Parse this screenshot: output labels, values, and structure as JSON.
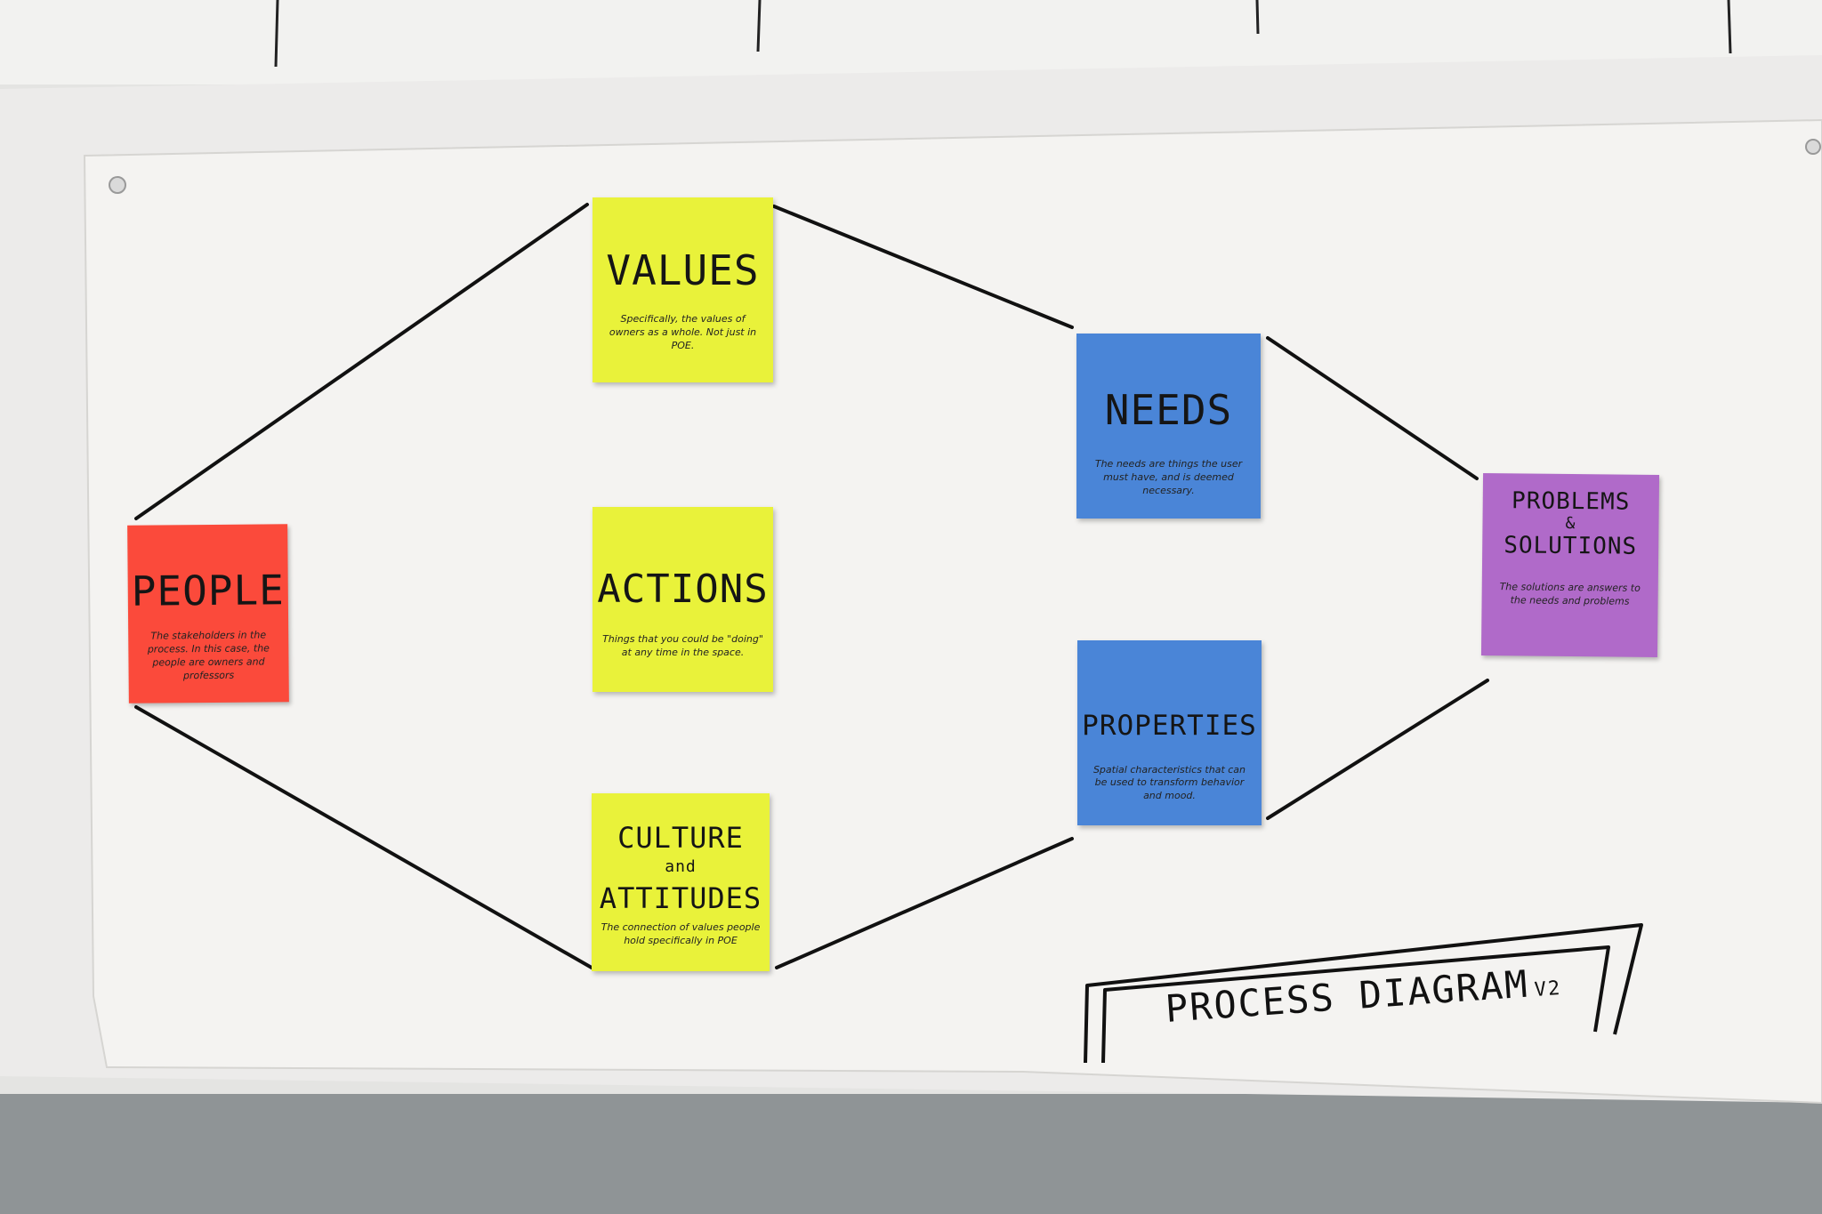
{
  "notes": {
    "people": {
      "title": "PEOPLE",
      "description": "The stakeholders in the process. In this case, the people are owners and professors"
    },
    "values": {
      "title": "VALUES",
      "description": "Specifically, the values of owners as a whole. Not just in POE."
    },
    "actions": {
      "title": "ACTIONS",
      "description": "Things that you could be \"doing\" at any time in the space."
    },
    "culture": {
      "title_line1": "CULTURE",
      "title_line2": "and",
      "title_line3": "ATTITUDES",
      "description": "The connection of values people hold specifically in POE"
    },
    "needs": {
      "title": "NEEDS",
      "description": "The needs are things the user must have, and is deemed necessary."
    },
    "properties": {
      "title": "PROPERTIES",
      "description": "Spatial characteristics that can be used to transform behavior and mood."
    },
    "problems": {
      "title_line1": "PROBLEMS",
      "title_line2": "&",
      "title_line3": "SOLUTIONS",
      "description": "The solutions are answers to the needs and problems"
    }
  },
  "caption": {
    "title": "PROCESS DIAGRAM",
    "version": "V2"
  },
  "colors": {
    "yellow": "#e9f23a",
    "red": "#fb4a3b",
    "blue": "#4a85d7",
    "purple": "#b06ac9",
    "paper": "#f3f2f0"
  }
}
